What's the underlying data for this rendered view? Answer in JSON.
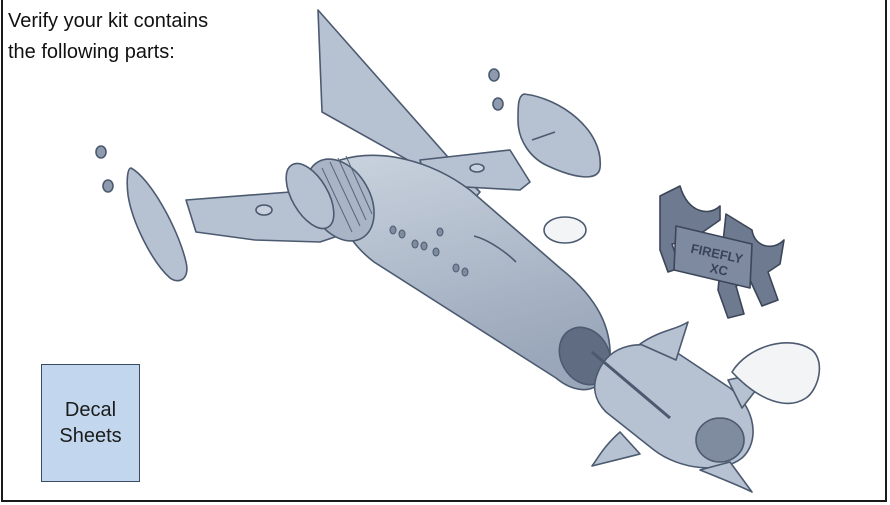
{
  "intro": {
    "line1": "Verify your kit contains",
    "line2": "the following parts:"
  },
  "decal": {
    "line1": "Decal",
    "line2": "Sheets"
  },
  "stand_label": {
    "line1": "FIREFLY",
    "line2": "XC"
  },
  "colors": {
    "part_fill": "#b6c1d1",
    "part_stroke": "#4c5a70",
    "canopy_fill": "#f3f4f6",
    "stand_fill": "#6d7a8f",
    "decal_fill": "#c2d6ee"
  }
}
